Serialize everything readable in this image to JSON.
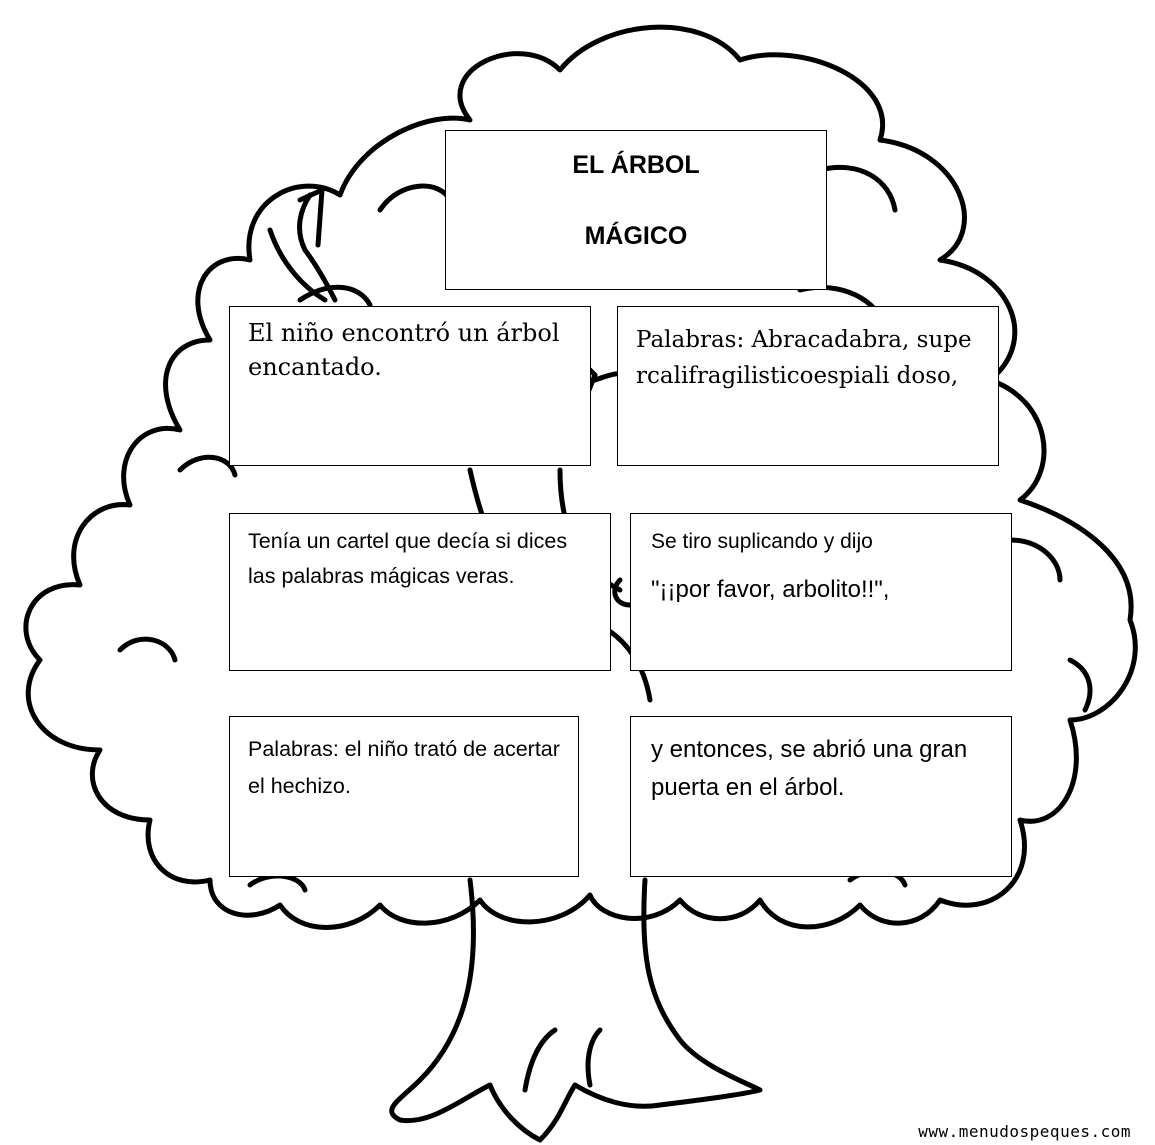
{
  "title": {
    "line1": "EL  ÁRBOL",
    "line2": "MÁGICO"
  },
  "boxes": {
    "box1": {
      "text": "El niño encontró un árbol encantado."
    },
    "box2": {
      "text": "Palabras: Abracadabra, supercalifragilisticoespiali doso,"
    },
    "box3": {
      "text": "Tenía un cartel que decía  si dices las palabras mágicas veras."
    },
    "box4": {
      "line1": "Se tiro suplicando y dijo",
      "line2": "\"¡¡por favor, arbolito!!\","
    },
    "box5": {
      "text": "Palabras: el niño trató de acertar el hechizo."
    },
    "box6": {
      "text": "y entonces, se abrió una gran puerta en el árbol."
    }
  },
  "watermark": "www.menudospeques.com",
  "colors": {
    "line": "#000000",
    "background": "#ffffff"
  },
  "illustration": "tree-outline"
}
